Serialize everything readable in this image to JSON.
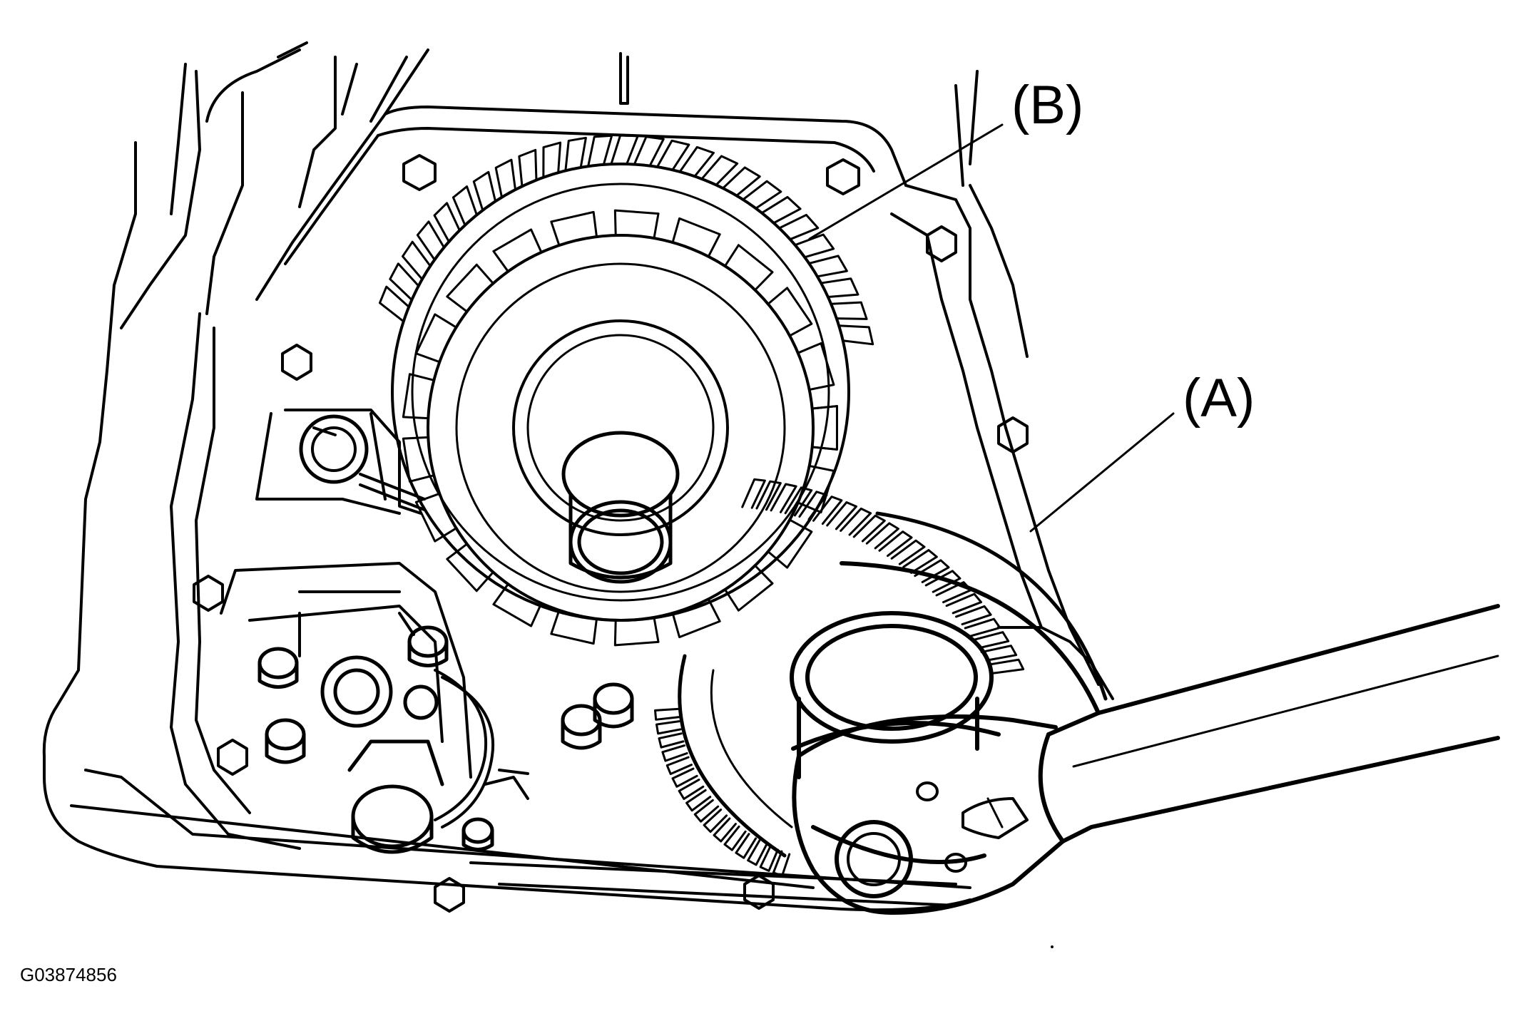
{
  "callouts": {
    "b": "(B)",
    "a": "(A)"
  },
  "figure_id": "G03874856",
  "colors": {
    "ink": "#000000",
    "paper": "#ffffff"
  }
}
